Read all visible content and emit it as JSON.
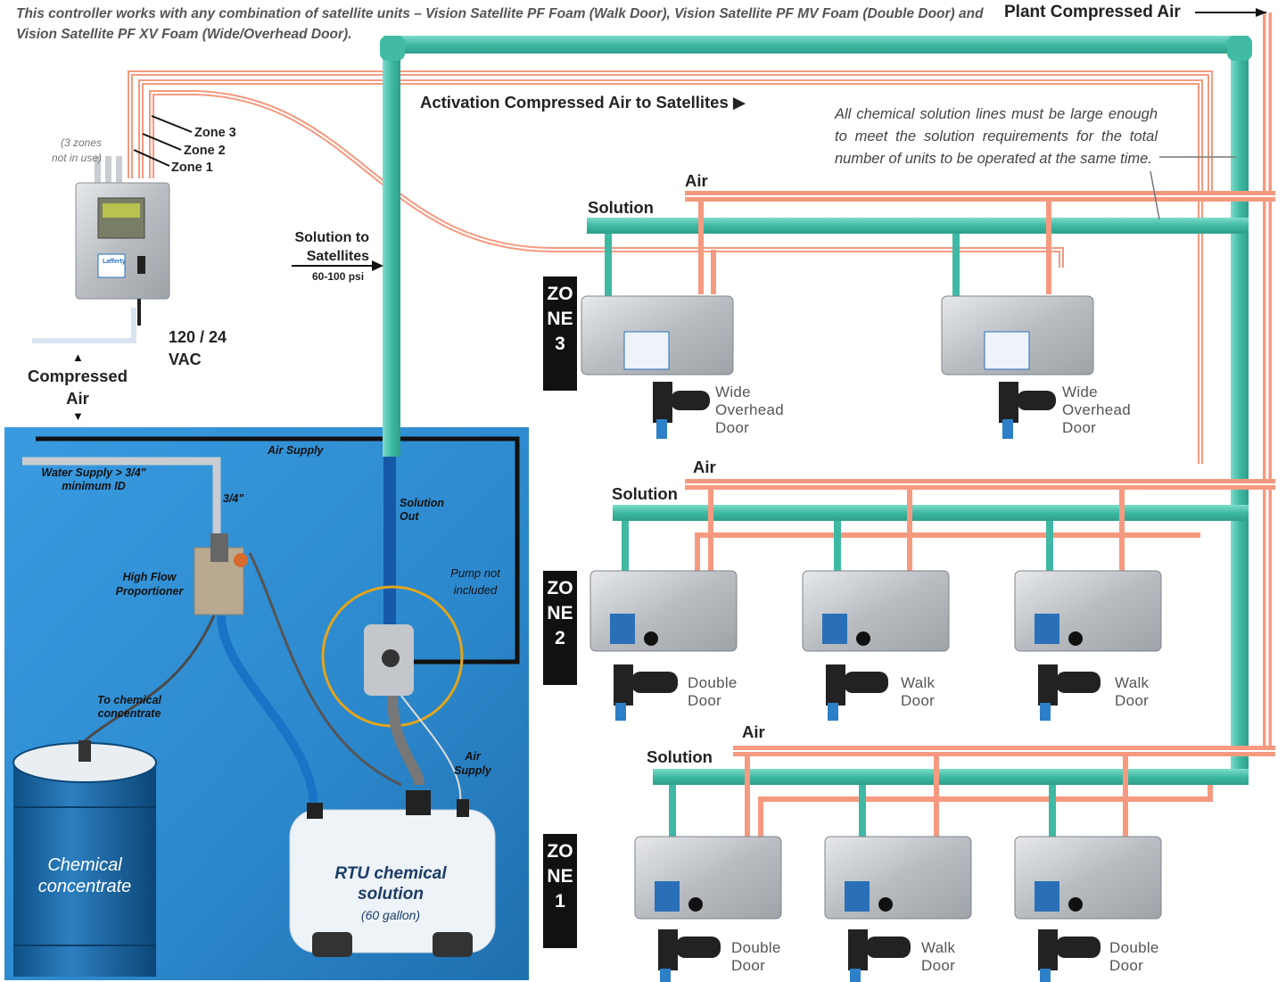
{
  "intro_text": "This controller works with any combination of satellite units – Vision Satellite PF Foam (Walk Door), Vision Satellite PF MV Foam (Double Door) and Vision Satellite PF XV Foam (Wide/Overhead Door).",
  "plant_air_label": "Plant Compressed Air",
  "activation_air_label": "Activation Compressed Air to Satellites ▶",
  "note_text": "All chemical solution lines must be large enough to meet the solution requirements for the total number of units to be operated at the same time.",
  "controller": {
    "zone_labels": [
      "Zone 3",
      "Zone 2",
      "Zone 1"
    ],
    "unused_zones_label": "(3 zones not in use)",
    "power_label": "120 / 24 VAC",
    "compressed_air_label": "Compressed Air",
    "brand_label": "Lafferty"
  },
  "solution_to_satellites": {
    "label": "Solution to Satellites",
    "pressure": "60-100 psi"
  },
  "zones": [
    {
      "tag": "ZONE 3",
      "solution_label": "Solution",
      "air_label": "Air",
      "units": [
        "Wide Overhead Door",
        "Wide Overhead Door"
      ]
    },
    {
      "tag": "ZONE 2",
      "solution_label": "Solution",
      "air_label": "Air",
      "units": [
        "Double Door",
        "Walk Door",
        "Walk Door"
      ]
    },
    {
      "tag": "ZONE 1",
      "solution_label": "Solution",
      "air_label": "Air",
      "units": [
        "Double Door",
        "Walk Door",
        "Double Door"
      ]
    }
  ],
  "photo_panel": {
    "air_supply_top": "Air Supply",
    "water_supply": "Water Supply > 3/4\" minimum ID",
    "pipe_size": "3/4\"",
    "proportioner": "High Flow Proportioner",
    "solution_out": "Solution Out",
    "pump_note": "Pump not included",
    "to_chemical": "To chemical concentrate",
    "air_supply_pump": "Air Supply",
    "drum_label": "Chemical concentrate",
    "tank_title": "RTU chemical solution",
    "tank_size": "(60 gallon)"
  },
  "colors": {
    "air_line": "#f59a80",
    "solution_line": "#5cc9b5",
    "panel_bg": "#2b86c9",
    "zone_tag": "#111111"
  }
}
